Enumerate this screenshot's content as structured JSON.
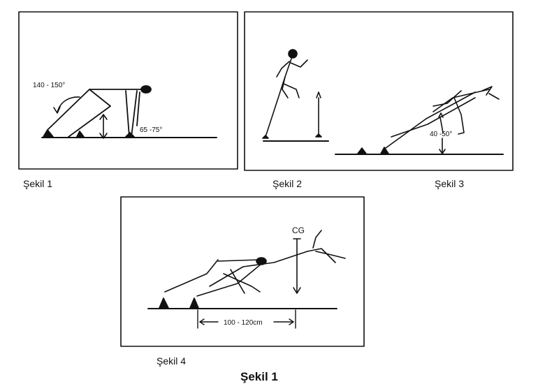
{
  "figure": {
    "panel1": {
      "caption": "Şekil 1",
      "angle_hip": "140 - 150°",
      "angle_shin": "65 -75°"
    },
    "panel2": {
      "caption": "Şekil 2"
    },
    "panel3": {
      "caption": "Şekil 3",
      "angle": "40 -50°"
    },
    "panel4": {
      "caption": "Şekil 4",
      "cg_label": "CG",
      "distance": "100 - 120cm"
    },
    "main_caption": "Şekil 1"
  }
}
